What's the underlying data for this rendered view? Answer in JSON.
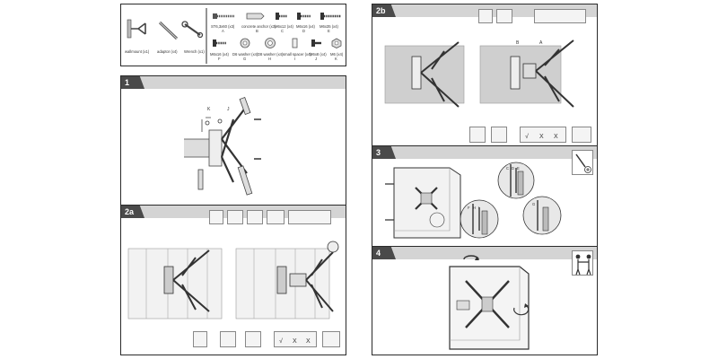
{
  "parts": {
    "main": [
      {
        "label": "wallmount (x1)"
      },
      {
        "label": "adaptor (x4)"
      },
      {
        "label": "Wrench (x1)"
      }
    ],
    "hardware_top": [
      {
        "label": "ST6,3x60 (x3)",
        "code": "A"
      },
      {
        "label": "concrete anchor (x3)",
        "code": "B"
      },
      {
        "label": "M6x12 (x4)",
        "code": "C"
      },
      {
        "label": "M6x16 (x4)",
        "code": "D"
      },
      {
        "label": "M6x35 (x4)",
        "code": "E"
      }
    ],
    "hardware_bottom": [
      {
        "label": "M6x16 (x4)",
        "code": "F"
      },
      {
        "label": "D6 washer (x4)",
        "code": "G"
      },
      {
        "label": "D8 washer (x4)",
        "code": "H"
      },
      {
        "label": "small spacer (x4)",
        "code": "I"
      },
      {
        "label": "M6x8 (x4)",
        "code": "J"
      },
      {
        "label": "M6 (x4)",
        "code": "K"
      }
    ]
  },
  "steps": {
    "s1": {
      "num": "1",
      "callouts": [
        "K",
        "J"
      ]
    },
    "s2a": {
      "num": "2a",
      "checks": [
        "√",
        "X",
        "X"
      ]
    },
    "s2b": {
      "num": "2b",
      "checks": [
        "√",
        "X",
        "X"
      ],
      "callouts": [
        "B",
        "A"
      ]
    },
    "s3": {
      "num": "3",
      "callouts": [
        "C",
        "D",
        "E",
        "F",
        "H",
        "I",
        "G"
      ]
    },
    "s4": {
      "num": "4"
    }
  },
  "colors": {
    "panel_border": "#2a2a2a",
    "header": "#d4d4d4",
    "badge": "#4a4a4a"
  }
}
